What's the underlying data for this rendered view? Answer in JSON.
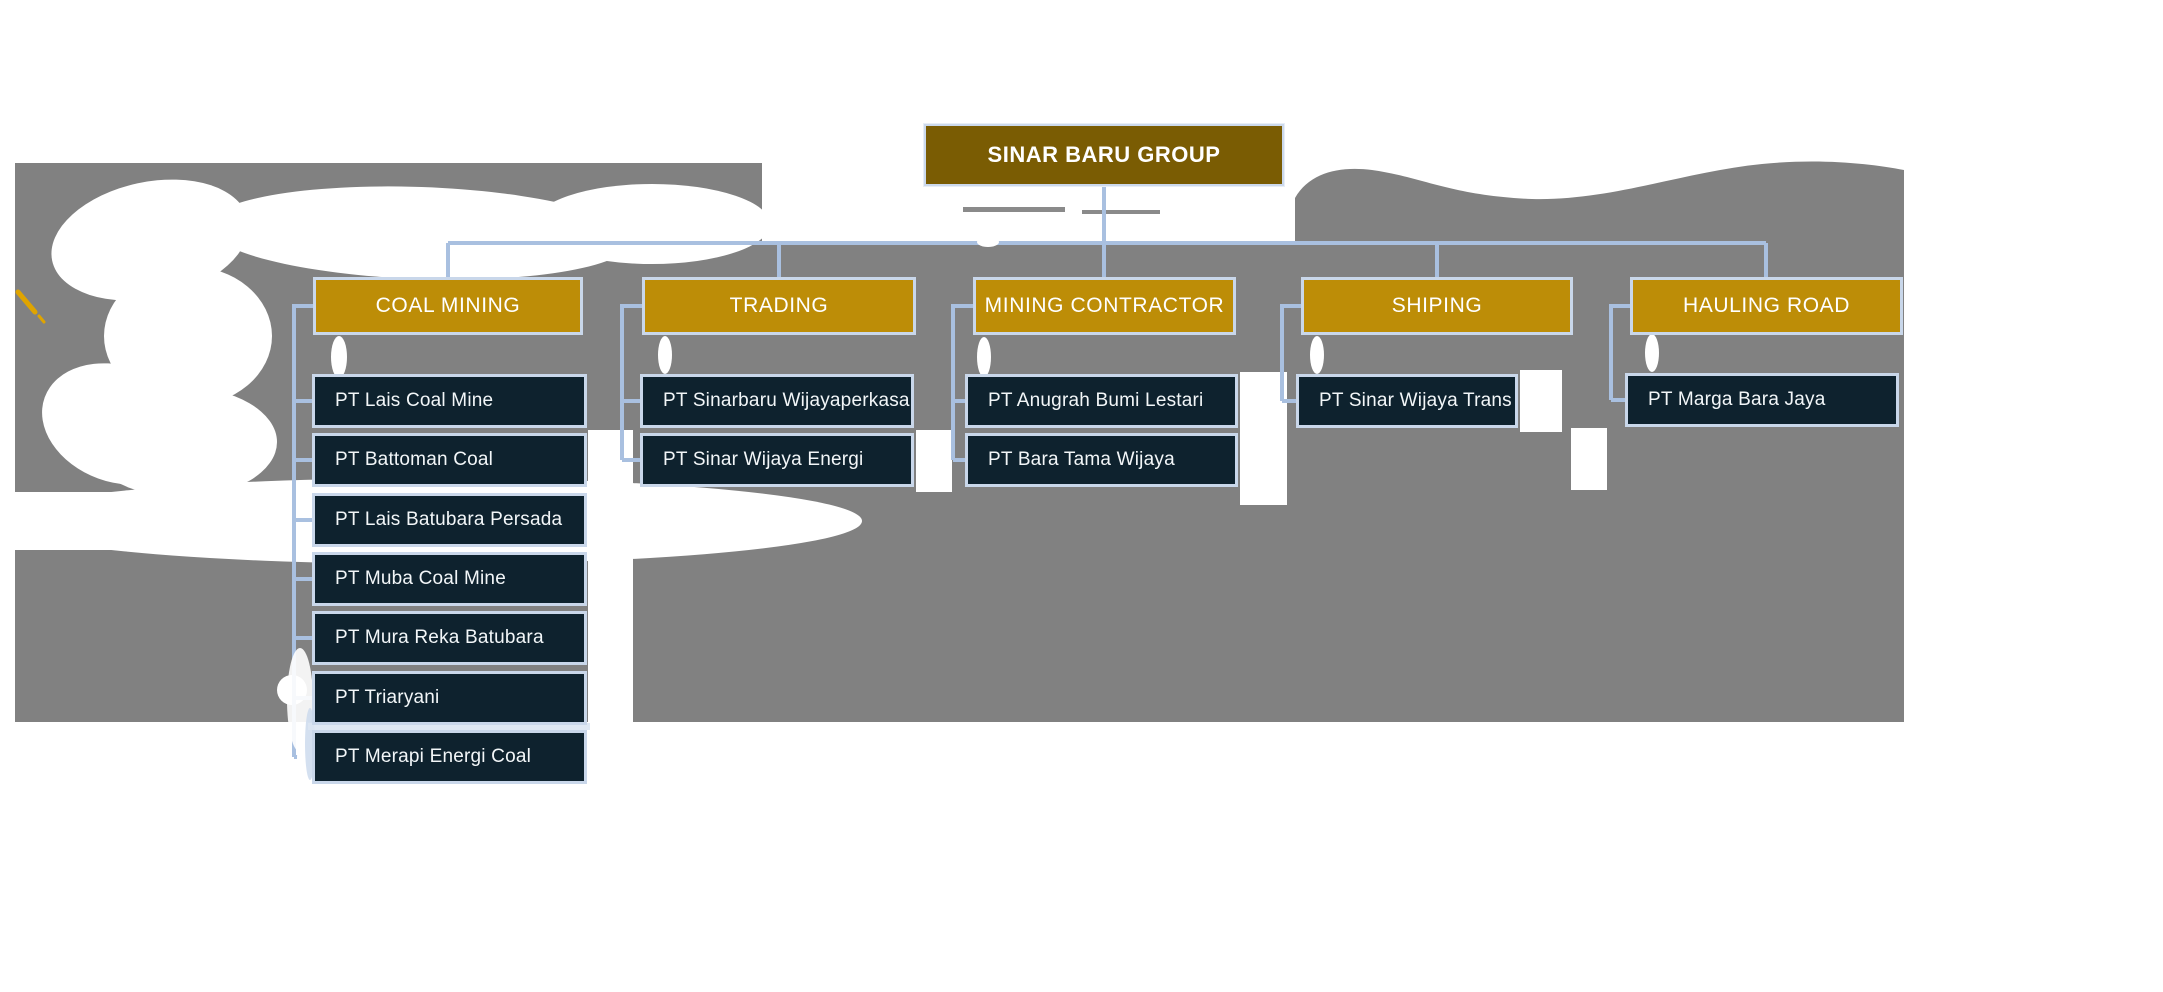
{
  "title": "SINAR BARU GROUP",
  "colors": {
    "root_fill": "#7a5c03",
    "header_fill": "#bd8d07",
    "company_fill": "#0e222e",
    "connector": "#a9c0e0",
    "background_gray": "#818181",
    "highlight_mark": "#dfa400"
  },
  "divisions": [
    {
      "label": "COAL MINING",
      "children": [
        "PT Lais Coal Mine",
        "PT Battoman Coal",
        "PT Lais Batubara Persada",
        "PT Muba Coal Mine",
        "PT Mura Reka Batubara",
        "PT Triaryani",
        "PT Merapi Energi Coal"
      ]
    },
    {
      "label": "TRADING",
      "children": [
        "PT Sinarbaru Wijayaperkasa",
        "PT Sinar Wijaya Energi"
      ]
    },
    {
      "label": "MINING CONTRACTOR",
      "children": [
        "PT Anugrah Bumi Lestari",
        "PT Bara Tama Wijaya"
      ]
    },
    {
      "label": "SHIPING",
      "children": [
        "PT Sinar Wijaya Trans"
      ]
    },
    {
      "label": "HAULING ROAD",
      "children": [
        "PT Marga Bara Jaya"
      ]
    }
  ]
}
